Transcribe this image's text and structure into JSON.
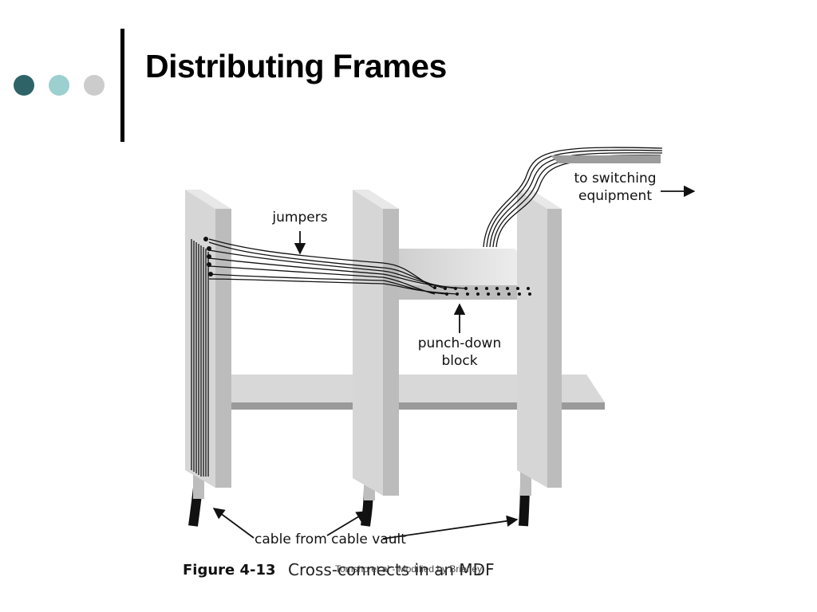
{
  "slide": {
    "title": "Distributing Frames",
    "footer": "Tomsho et al - Modified by Brierley"
  },
  "decor": {
    "dot_colors": [
      "#2e6468",
      "#9ccfcf",
      "#cccccc"
    ],
    "rule_color": "#000000"
  },
  "figure": {
    "labels": {
      "jumpers": "jumpers",
      "switching_line1": "to switching",
      "switching_line2": "equipment",
      "punch_line1": "punch-down",
      "punch_line2": "block",
      "cable_vault": "cable from cable vault"
    },
    "caption_number": "Figure 4-13",
    "caption_text": "Cross-connects in an MDF"
  }
}
